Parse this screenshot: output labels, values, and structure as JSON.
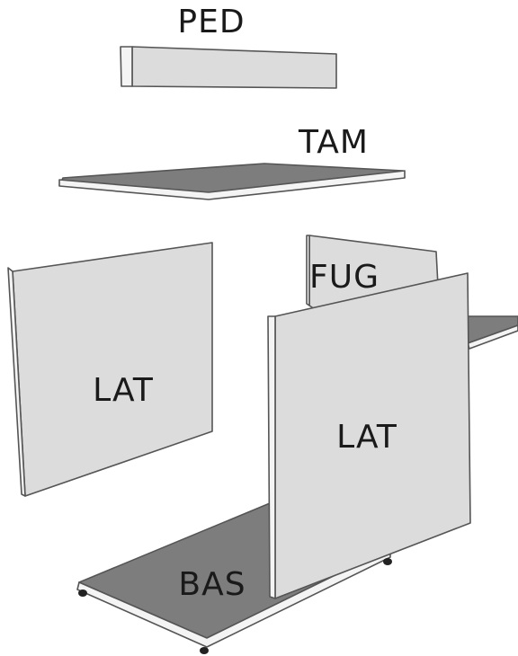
{
  "labels": {
    "ped": "PED",
    "tam": "TAM",
    "fug": "FUG",
    "lat_left": "LAT",
    "lat_right": "LAT",
    "bas": "BAS"
  },
  "colors": {
    "panel_face": "#dcdcdc",
    "panel_top_dark": "#7d7d7d",
    "panel_edge": "#f4f4f4",
    "outline": "#555555",
    "foot": "#222222"
  }
}
